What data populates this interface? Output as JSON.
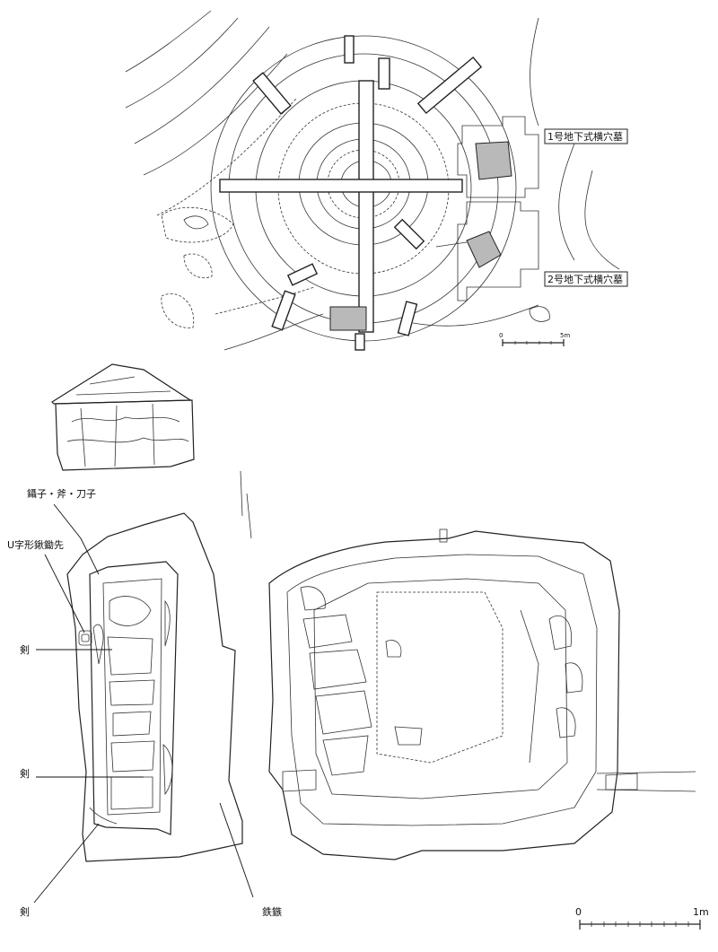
{
  "plan_top": {
    "tomb1_label": "1号地下式横穴墓",
    "tomb2_label": "2号地下式横穴墓",
    "scale": {
      "start": "0",
      "end": "5m"
    }
  },
  "grave_plan": {
    "labels": {
      "tools": "鑷子・斧・刀子",
      "spade": "U字形鍬鋤先",
      "sword1": "剣",
      "sword2": "剣",
      "sword3": "剣",
      "arrowhead": "鉄鏃"
    }
  },
  "scale_bottom": {
    "start": "0",
    "end": "1m"
  }
}
